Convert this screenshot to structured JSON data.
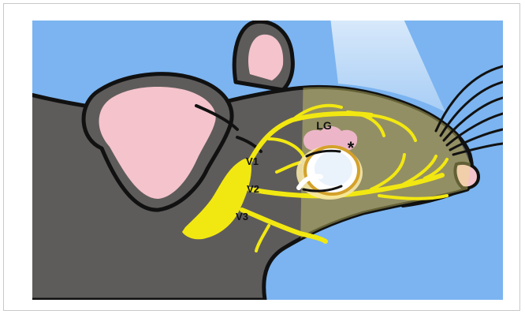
{
  "figure": {
    "labels": {
      "lg": "LG",
      "asterisk": "*",
      "v1": "V1",
      "v2": "V2",
      "v3": "V3"
    }
  },
  "colors": {
    "sky": "#7bb4f0",
    "fur": "#5e5c5b",
    "ear_inner": "#f4c3cb",
    "nerve": "#f2e811",
    "gland": "#ecb6c8",
    "outline": "#111111",
    "light_beam": "#ffffff"
  }
}
